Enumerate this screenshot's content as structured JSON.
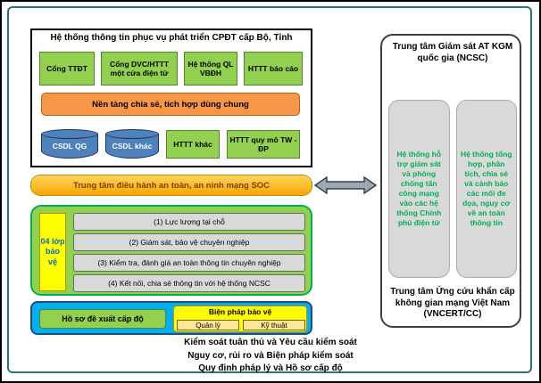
{
  "left_system": {
    "title": "Hệ thống thông tin phục vụ phát triển CPĐT cấp Bộ, Tỉnh",
    "apps": [
      "Cổng TTĐT",
      "Cổng DVC/HTTT một cửa điện tử",
      "Hệ thống QL VBĐH",
      "HTTT báo cáo"
    ],
    "platform": "Nền tảng chia sẻ, tích hợp dùng chung",
    "databases": [
      "CSDL QG",
      "CSDL khác"
    ],
    "systems": [
      "HTTT khác",
      "HTTT quy mô TW - ĐP"
    ]
  },
  "soc_bar": "Trung tâm điều hành an toàn, an ninh mạng SOC",
  "defense_layers": {
    "side_label": "04 lớp bảo vệ",
    "items": [
      "(1) Lực lượng tại chỗ",
      "(2) Giám sát, bảo vệ chuyên nghiệp",
      "(3) Kiểm tra, đánh giá an toàn thông tin chuyên nghiệp",
      "(4) Kết nối, chia sẻ thông tin với hệ thống NCSC"
    ]
  },
  "dossier_row": {
    "dossier": "Hồ sơ đề xuất cấp độ",
    "protection_title": "Biện pháp bảo vệ",
    "protection_items": [
      "Quản lý",
      "Kỹ thuật"
    ]
  },
  "ncsc_panel": {
    "title": "Trung tâm Giám sát AT KGM quốc gia (NCSC)",
    "monitor_system": "Hệ thống hỗ trợ giám sát và phòng chống tấn công mạng vào các hệ thống Chính phủ điện tử",
    "analysis_system": "Hệ thống tổng hợp, phân tích, chia sẻ và cảnh báo các mối đe dọa, nguy cơ về an toàn thông tin",
    "vncert": "Trung tâm Ứng cứu khẩn cấp không gian mạng Việt Nam (VNCERT/CC)"
  },
  "footer_lines": [
    "Kiểm soát tuân thủ và Yêu cầu kiểm soát",
    "Nguy cơ, rủi ro và Biện pháp kiểm soát",
    "Quy định pháp lý và Hồ sơ cấp độ"
  ],
  "colors": {
    "green_box": "#92D050",
    "orange_platform": "#F79646",
    "orange_soc": "#FFC000",
    "blue_cylinder": "#4F81BD",
    "yellow": "#FFFF00",
    "blue_container": "#00B0F0",
    "gray_panel": "#D9D9D9",
    "green_text": "#00B050",
    "frame_border": "#2E7471"
  }
}
